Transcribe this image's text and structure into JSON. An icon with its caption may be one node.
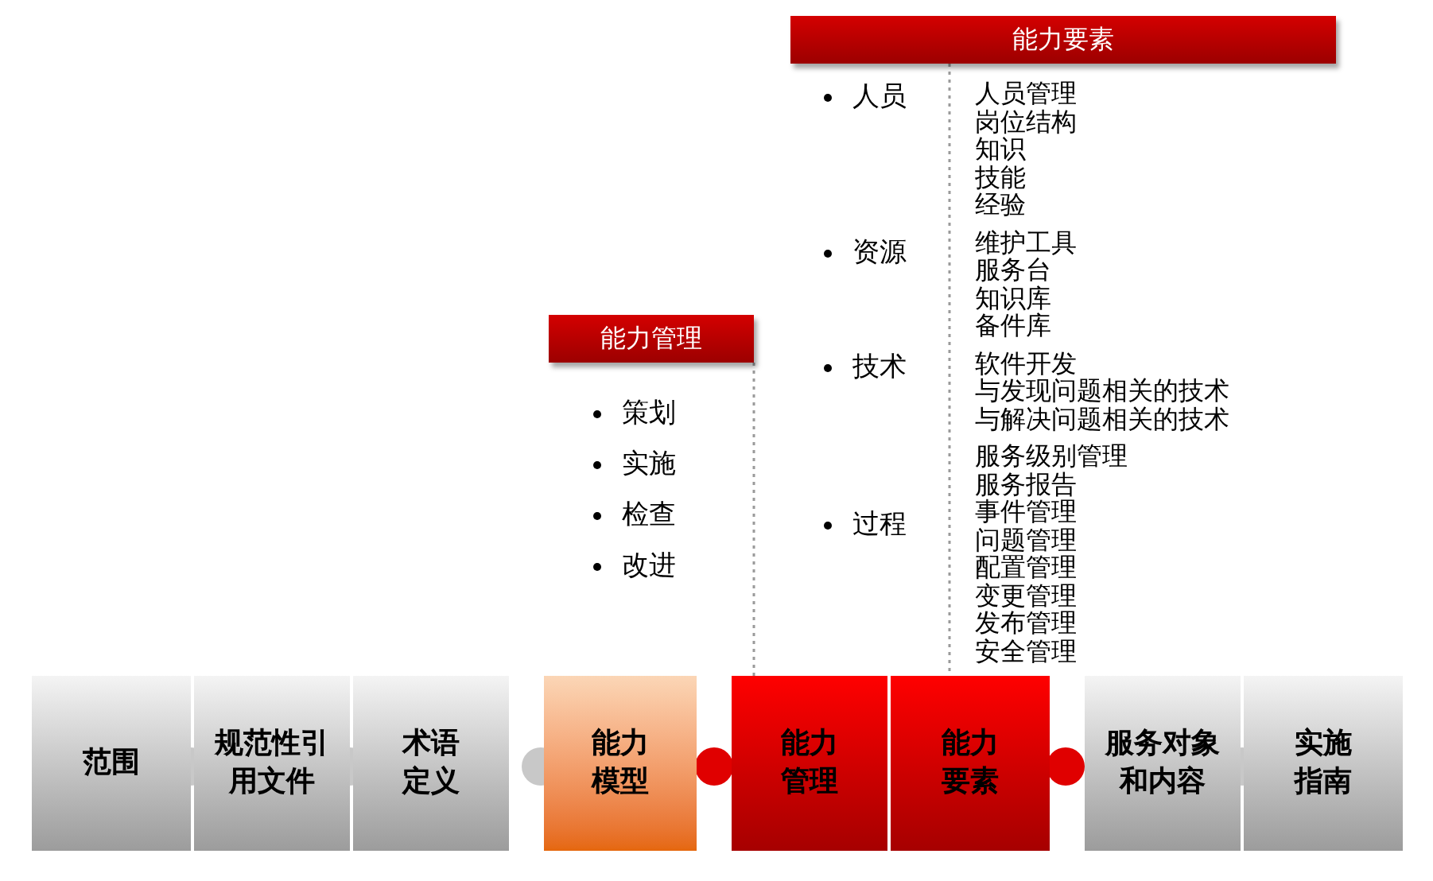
{
  "diagram": {
    "nodes": [
      {
        "text": [
          "能力要素"
        ]
      },
      {
        "text": [
          "能力管理"
        ]
      },
      {
        "text": [
          "范围"
        ]
      },
      {
        "text": [
          "规范性引用文件"
        ]
      },
      {
        "text": [
          "术语定义"
        ]
      },
      {
        "text": [
          "能力模型"
        ]
      },
      {
        "text": [
          "能力管理"
        ]
      },
      {
        "text": [
          "能力要素"
        ]
      },
      {
        "text": [
          "服务对象和内容"
        ]
      },
      {
        "text": [
          "实施指南"
        ]
      }
    ],
    "edges": [
      {
        "from": 1,
        "to": 6,
        "arrow": "none",
        "style": "dashed"
      },
      {
        "from": 0,
        "to": 7,
        "arrow": "none",
        "style": "dashed"
      }
    ],
    "labels": [
      "策划",
      "实施",
      "检查",
      "改进",
      "人员",
      "资源",
      "技术",
      "过程",
      "人员管理",
      "岗位结构",
      "知识",
      "技能",
      "经验",
      "维护工具",
      "服务台",
      "知识库",
      "备件库",
      "软件开发",
      "与发现问题相关的技术",
      "与解决问题相关的技术",
      "服务级别管理",
      "服务报告",
      "事件管理",
      "问题管理",
      "配置管理",
      "变更管理",
      "发布管理",
      "安全管理"
    ]
  }
}
